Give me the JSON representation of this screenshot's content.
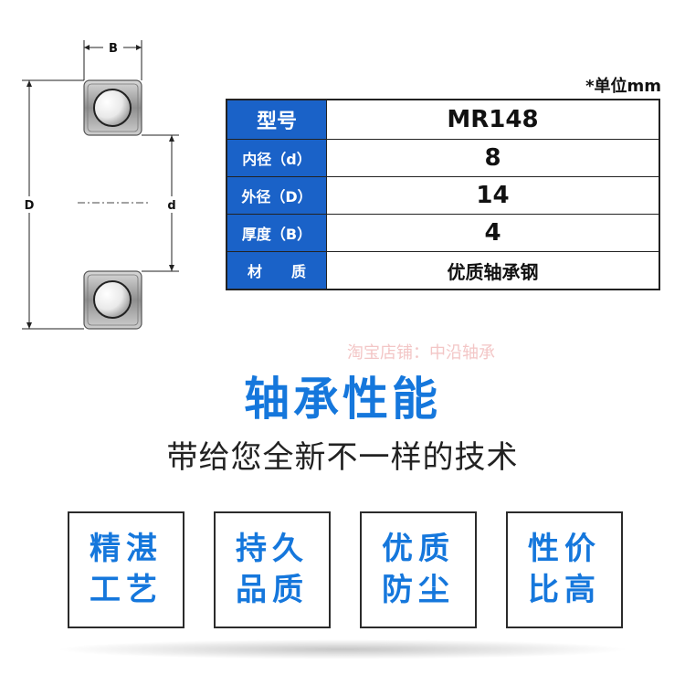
{
  "drawing": {
    "label_b": "B",
    "label_outer": "D",
    "label_inner": "d"
  },
  "unit_note": "*单位mm",
  "spec_table": {
    "rows": [
      {
        "key": "型号",
        "value": "MR148"
      },
      {
        "key": "内径（d）",
        "value": "8"
      },
      {
        "key": "外径（D）",
        "value": "14"
      },
      {
        "key": "厚度（B）",
        "value": "4"
      },
      {
        "key": "材　　质",
        "value": "优质轴承钢"
      }
    ]
  },
  "watermark": "淘宝店铺：中沿轴承",
  "performance": {
    "title": "轴承性能",
    "subtitle": "带给您全新不一样的技术"
  },
  "features": [
    {
      "line1": "精湛",
      "line2": "工艺"
    },
    {
      "line1": "持久",
      "line2": "品质"
    },
    {
      "line1": "优质",
      "line2": "防尘"
    },
    {
      "line1": "性价",
      "line2": "比高"
    }
  ],
  "colors": {
    "accent": "#1577dc",
    "table_header": "#1a62c8"
  }
}
